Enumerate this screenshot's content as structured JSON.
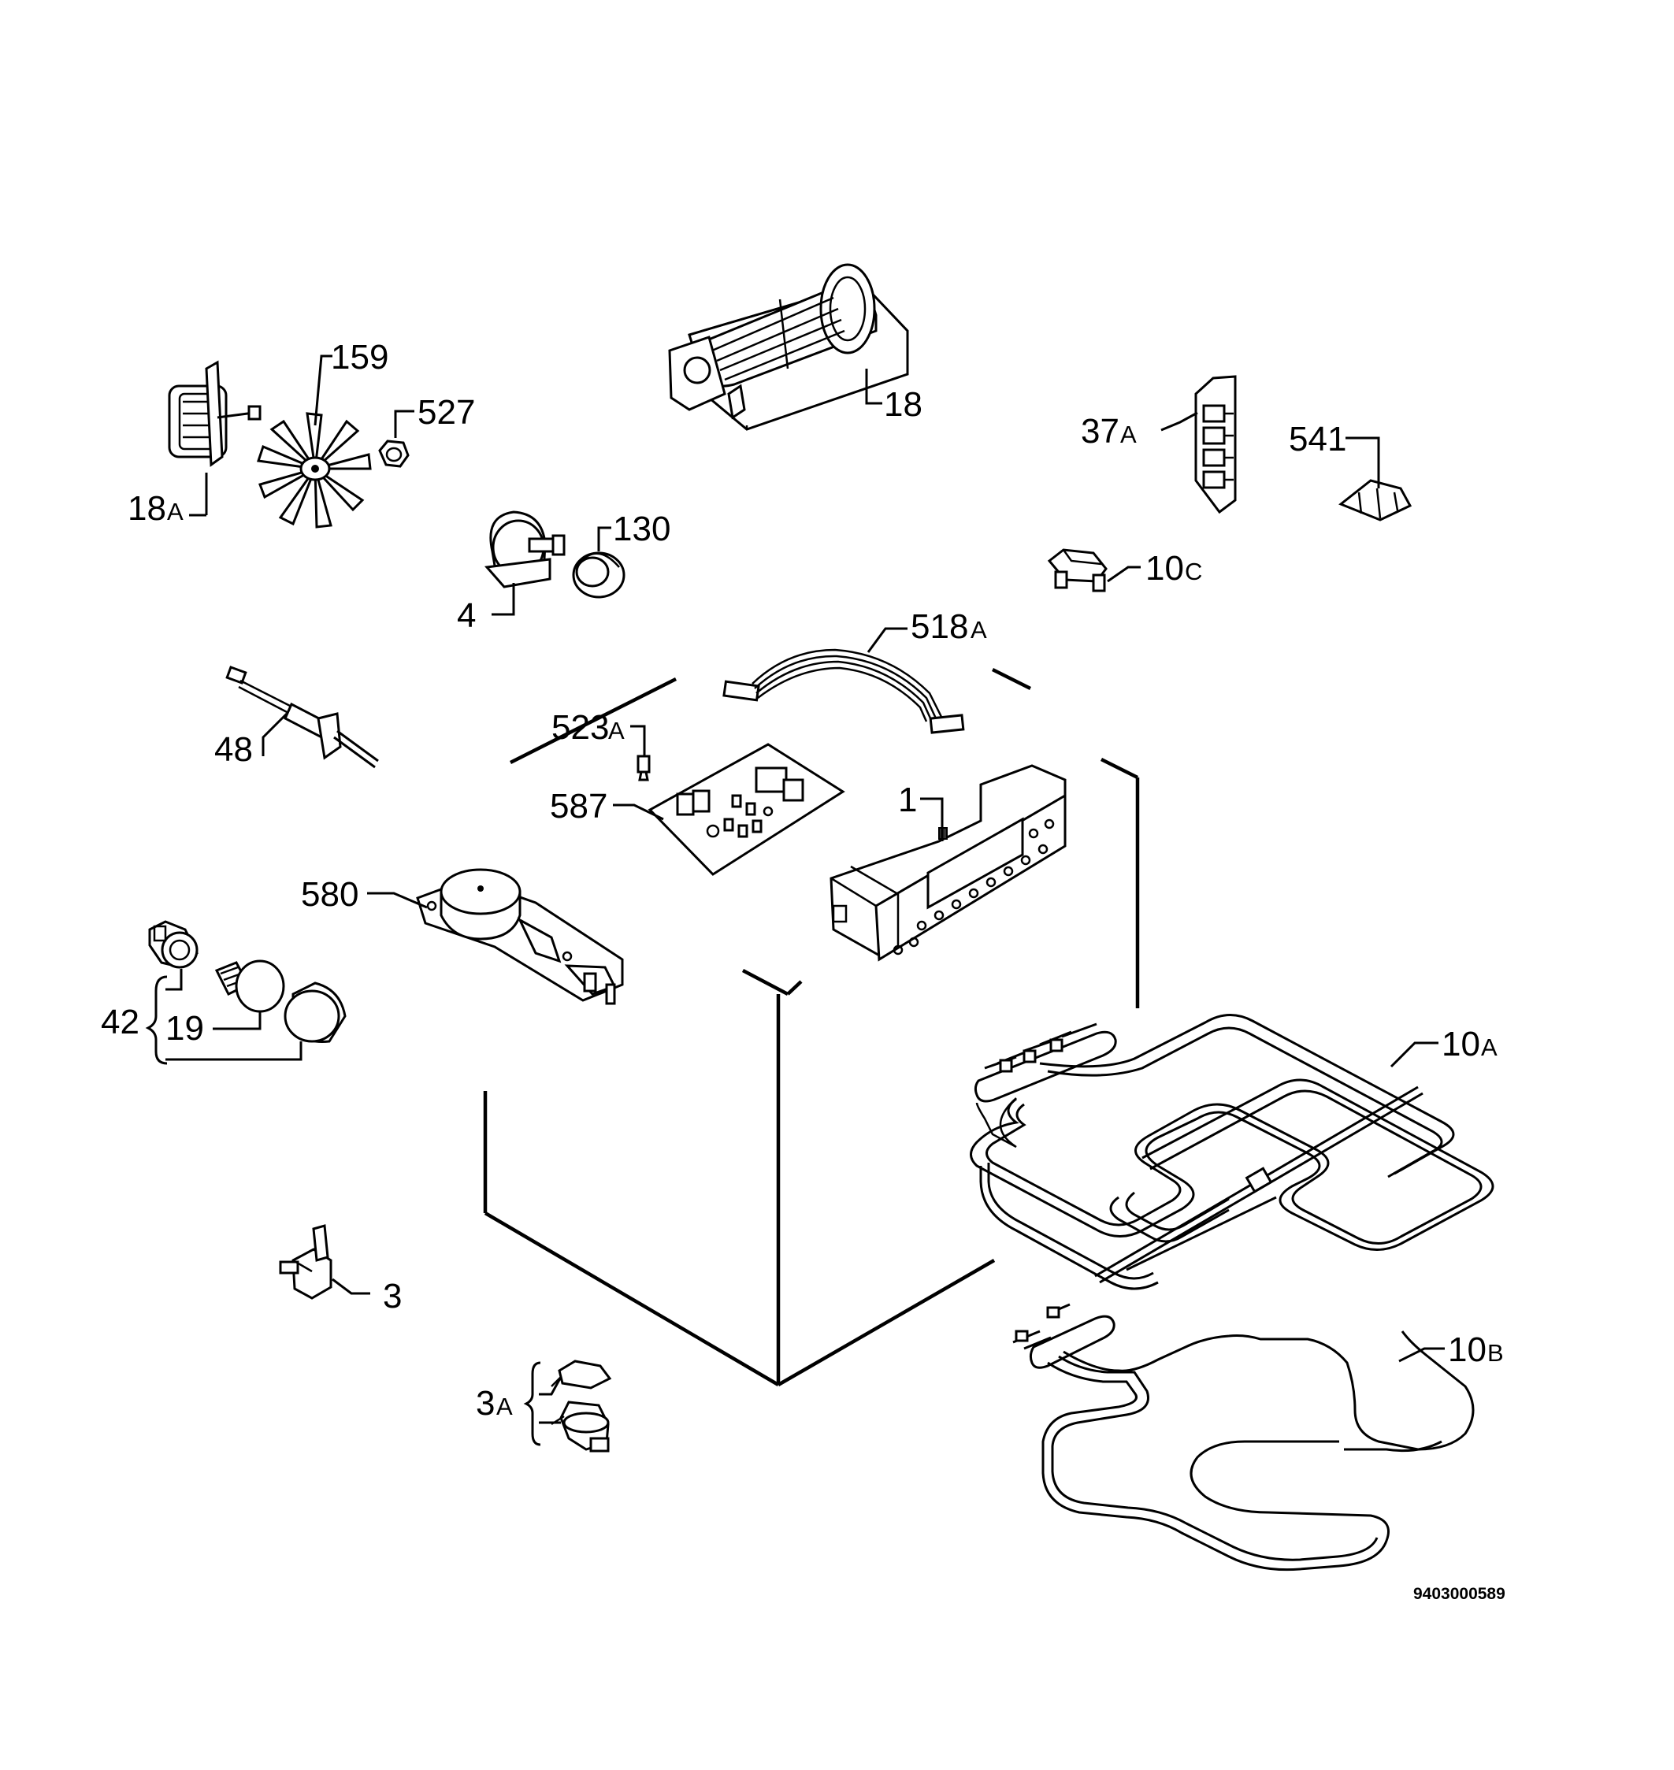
{
  "diagram": {
    "labels": {
      "l18A": "18",
      "l18A_s": "A",
      "l159": "159",
      "l527": "527",
      "l18": "18",
      "l37A": "37",
      "l37A_s": "A",
      "l541": "541",
      "l130": "130",
      "l4": "4",
      "l10C": "10",
      "l10C_s": "C",
      "l518A": "518",
      "l518A_s": "A",
      "l48": "48",
      "l523A": "523",
      "l523A_s": "A",
      "l587": "587",
      "l1": "1",
      "l580": "580",
      "l42": "42",
      "l19": "19",
      "l10A": "10",
      "l10A_s": "A",
      "l3": "3",
      "l10B": "10",
      "l10B_s": "B",
      "l3A": "3",
      "l3A_s": "A"
    },
    "drawing_code": "9403000589"
  }
}
